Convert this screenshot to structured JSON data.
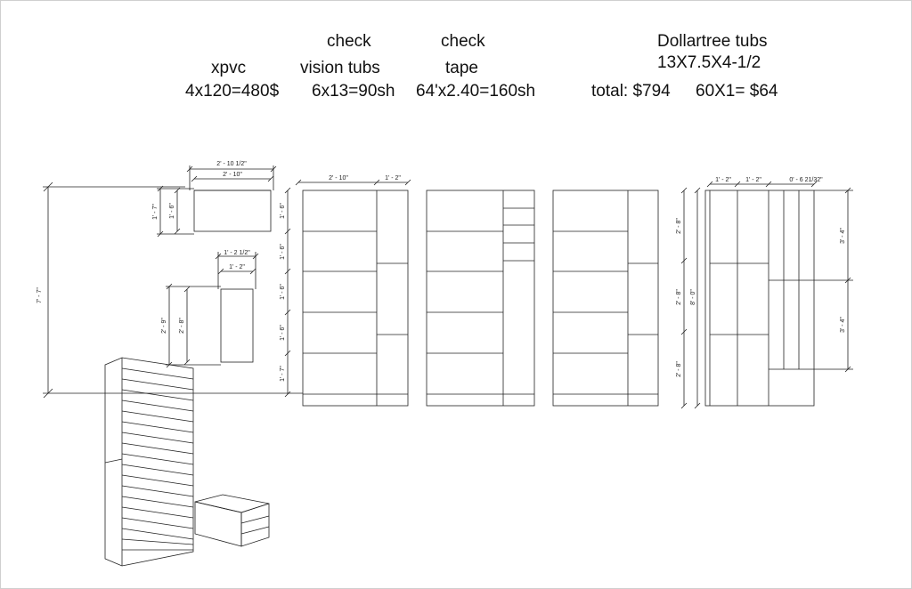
{
  "header": {
    "check_label_1": "check",
    "check_label_2": "check",
    "xpvc_label": "xpvc",
    "xpvc_cost": "4x120=480$",
    "vision_tubs_label": "vision tubs",
    "vision_tubs_cost": "6x13=90sh",
    "tape_label": "tape",
    "tape_cost": "64'x2.40=160sh",
    "dollartree_label": "Dollartree tubs",
    "dollartree_size": "13X7.5X4-1/2",
    "total": "total: $794",
    "dollartree_cost": "60X1= $64"
  },
  "dimensions": {
    "overall_height": "7' - 7\"",
    "tub_top_outer_width": "2' - 10 1/2\"",
    "tub_top_inner_width": "2' - 10\"",
    "tub_top_outer_depth": "1' - 7\"",
    "tub_top_inner_depth": "1' - 6\"",
    "tub_side_outer_width": "1' - 2 1/2\"",
    "tub_side_inner_width": "1' - 2\"",
    "tub_side_outer_height": "2' - 9\"",
    "tub_side_inner_height": "2' - 8\"",
    "elev1_width_main": "2' - 10\"",
    "elev1_width_side": "1' - 2\"",
    "elev1_rows": [
      "1' - 6\"",
      "1' - 6\"",
      "1' - 6\"",
      "1' - 6\"",
      "1' - 7\""
    ],
    "elev3_left_heights": [
      "2' - 8\"",
      "2' - 8\"",
      "2' - 8\""
    ],
    "elev3_total_height": "8' - 0\"",
    "elev4_widths": [
      "1' - 2\"",
      "1' - 2\"",
      "0' - 6 21/32\""
    ],
    "elev4_right_heights": [
      "3' - 4\"",
      "3' - 4\""
    ]
  }
}
